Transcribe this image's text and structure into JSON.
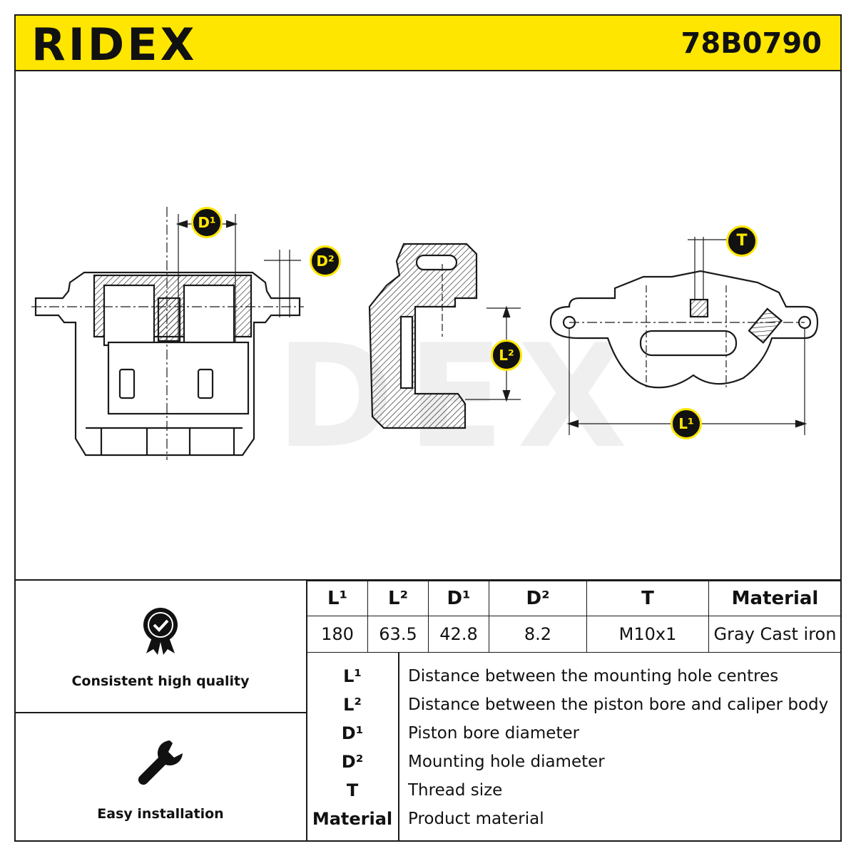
{
  "header": {
    "brand": "RIDEX",
    "part_number": "78B0790"
  },
  "drawing": {
    "watermark": "RIDEX",
    "callouts": {
      "d1": "D¹",
      "d2": "D²",
      "l2": "L²",
      "t": "T",
      "l1": "L¹"
    }
  },
  "features": [
    {
      "icon": "quality-badge-icon",
      "label": "Consistent high quality"
    },
    {
      "icon": "wrench-icon",
      "label": "Easy installation"
    }
  ],
  "spec_table": {
    "headers": [
      "L¹",
      "L²",
      "D¹",
      "D²",
      "T",
      "Material"
    ],
    "values": [
      "180",
      "63.5",
      "42.8",
      "8.2",
      "M10x1",
      "Gray Cast iron"
    ]
  },
  "legend": [
    {
      "key": "L¹",
      "desc": "Distance between the mounting hole centres"
    },
    {
      "key": "L²",
      "desc": "Distance between the piston bore and caliper body"
    },
    {
      "key": "D¹",
      "desc": "Piston bore diameter"
    },
    {
      "key": "D²",
      "desc": "Mounting hole diameter"
    },
    {
      "key": "T",
      "desc": "Thread size"
    },
    {
      "key": "Material",
      "desc": "Product material"
    }
  ],
  "colors": {
    "accent": "#ffe600",
    "ink": "#1a1a1a"
  }
}
